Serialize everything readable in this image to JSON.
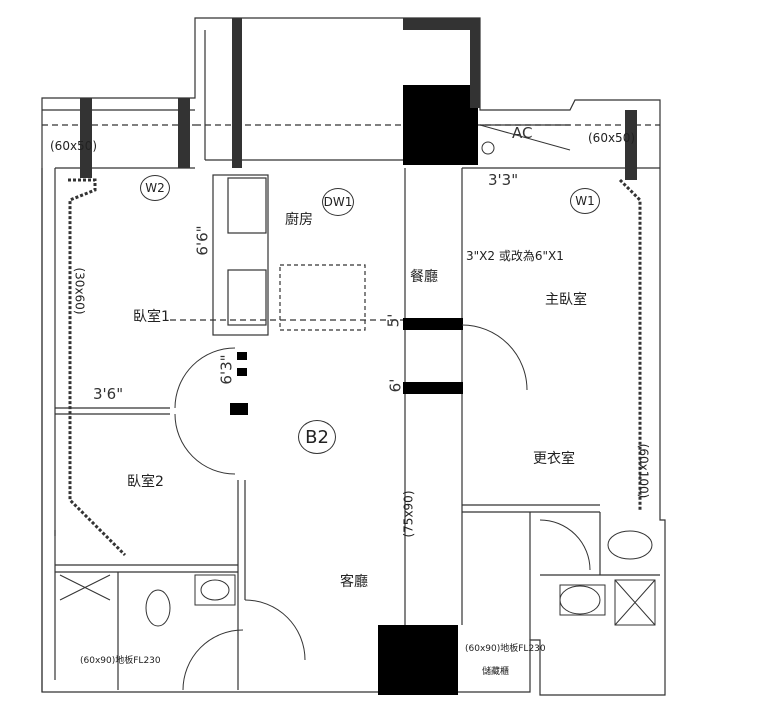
{
  "rooms": {
    "kitchen": "廚房",
    "dining": "餐廳",
    "bedroom1": "臥室1",
    "bedroom2": "臥室2",
    "master": "主臥室",
    "closet": "更衣室",
    "living": "客廳"
  },
  "tags": {
    "dw1": "DW1",
    "w2": "W2",
    "w1": "W1",
    "b2": "B2",
    "ac": "AC"
  },
  "dimensions": {
    "win_left": "(60x50)",
    "win_right": "(60x50)",
    "d_33": "3'3\"",
    "d_66": "6'6\"",
    "d_63": "6'3\"",
    "d_36": "3'6\"",
    "d_5": "5'",
    "d_6": "6'",
    "d_3060": "(30x60)",
    "d_7590": "(75x90)",
    "d_60100": "(60x100)",
    "master_note": "3\"X2 或改為6\"X1",
    "bath_left": "(60x90)地板FL230",
    "bath_right": "(60x90)地板FL230",
    "cabinet": "儲藏櫃"
  }
}
